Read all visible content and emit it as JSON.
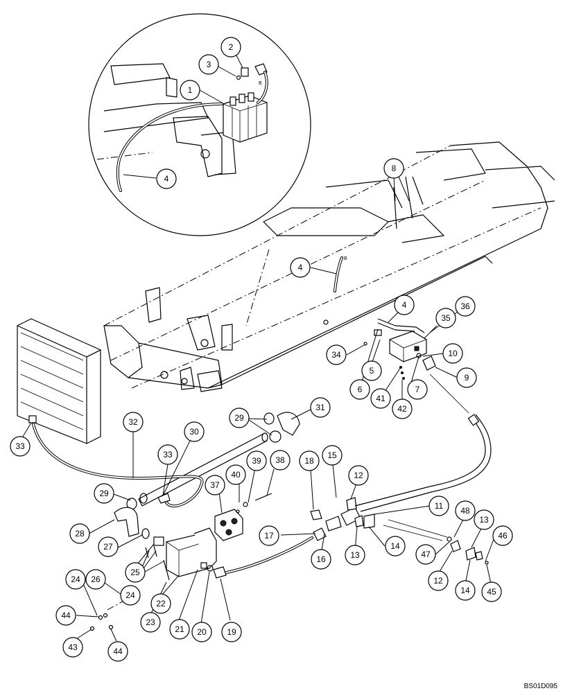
{
  "diagram": {
    "callouts": [
      {
        "id": "c1",
        "label": "1"
      },
      {
        "id": "c2",
        "label": "2"
      },
      {
        "id": "c3",
        "label": "3"
      },
      {
        "id": "c4a",
        "label": "4"
      },
      {
        "id": "c8",
        "label": "8"
      },
      {
        "id": "c4b",
        "label": "4"
      },
      {
        "id": "c4c",
        "label": "4"
      },
      {
        "id": "c36",
        "label": "36"
      },
      {
        "id": "c35",
        "label": "35"
      },
      {
        "id": "c34",
        "label": "34"
      },
      {
        "id": "c10",
        "label": "10"
      },
      {
        "id": "c5",
        "label": "5"
      },
      {
        "id": "c9",
        "label": "9"
      },
      {
        "id": "c6",
        "label": "6"
      },
      {
        "id": "c41",
        "label": "41"
      },
      {
        "id": "c7",
        "label": "7"
      },
      {
        "id": "c42",
        "label": "42"
      },
      {
        "id": "c31",
        "label": "31"
      },
      {
        "id": "c29a",
        "label": "29"
      },
      {
        "id": "c32",
        "label": "32"
      },
      {
        "id": "c30",
        "label": "30"
      },
      {
        "id": "c33a",
        "label": "33"
      },
      {
        "id": "c33b",
        "label": "33"
      },
      {
        "id": "c38",
        "label": "38"
      },
      {
        "id": "c18",
        "label": "18"
      },
      {
        "id": "c15",
        "label": "15"
      },
      {
        "id": "c40",
        "label": "40"
      },
      {
        "id": "c39",
        "label": "39"
      },
      {
        "id": "c37",
        "label": "37"
      },
      {
        "id": "c29b",
        "label": "29"
      },
      {
        "id": "c12a",
        "label": "12"
      },
      {
        "id": "c11",
        "label": "11"
      },
      {
        "id": "c48",
        "label": "48"
      },
      {
        "id": "c28",
        "label": "28"
      },
      {
        "id": "c17",
        "label": "17"
      },
      {
        "id": "c13a",
        "label": "13"
      },
      {
        "id": "c46",
        "label": "46"
      },
      {
        "id": "c27",
        "label": "27"
      },
      {
        "id": "c14a",
        "label": "14"
      },
      {
        "id": "c13b",
        "label": "13"
      },
      {
        "id": "c47",
        "label": "47"
      },
      {
        "id": "c16",
        "label": "16"
      },
      {
        "id": "c25",
        "label": "25"
      },
      {
        "id": "c24a",
        "label": "24"
      },
      {
        "id": "c26",
        "label": "26"
      },
      {
        "id": "c24b",
        "label": "24"
      },
      {
        "id": "c12b",
        "label": "12"
      },
      {
        "id": "c14b",
        "label": "14"
      },
      {
        "id": "c45",
        "label": "45"
      },
      {
        "id": "c22",
        "label": "22"
      },
      {
        "id": "c23",
        "label": "23"
      },
      {
        "id": "c21",
        "label": "21"
      },
      {
        "id": "c20",
        "label": "20"
      },
      {
        "id": "c19",
        "label": "19"
      },
      {
        "id": "c44a",
        "label": "44"
      },
      {
        "id": "c43",
        "label": "43"
      },
      {
        "id": "c44b",
        "label": "44"
      }
    ],
    "hose_letter_a": "B",
    "hose_letter_b": "B"
  },
  "document_code": "BS01D095"
}
